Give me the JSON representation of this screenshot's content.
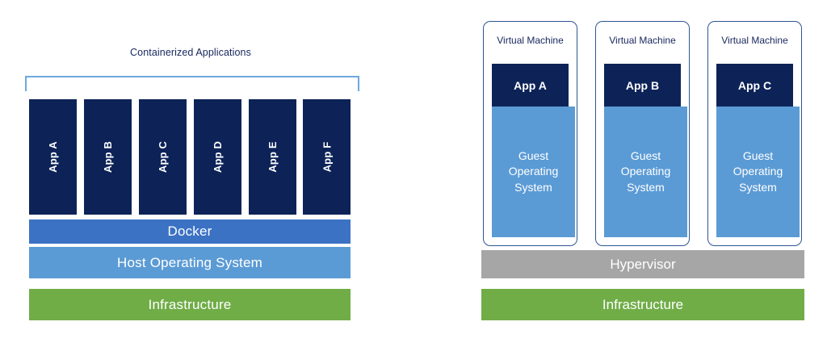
{
  "diagram": {
    "title_left": "Containerized Applications",
    "containers": {
      "caption": "Containerized Applications",
      "apps": [
        {
          "label": "App A"
        },
        {
          "label": "App B"
        },
        {
          "label": "App C"
        },
        {
          "label": "App D"
        },
        {
          "label": "App E"
        },
        {
          "label": "App F"
        }
      ],
      "layers": [
        {
          "label": "Docker",
          "color": "#3b72c4"
        },
        {
          "label": "Host Operating System",
          "color": "#5b9bd5"
        },
        {
          "label": "Infrastructure",
          "color": "#70ad47"
        }
      ]
    },
    "virtual_machines": {
      "boxes": [
        {
          "title": "Virtual Machine",
          "app": "App A",
          "guest_os": "Guest Operating System"
        },
        {
          "title": "Virtual Machine",
          "app": "App B",
          "guest_os": "Guest Operating System"
        },
        {
          "title": "Virtual Machine",
          "app": "App C",
          "guest_os": "Guest Operating System"
        }
      ],
      "layers": [
        {
          "label": "Hypervisor",
          "color": "#a6a6a6"
        },
        {
          "label": "Infrastructure",
          "color": "#70ad47"
        }
      ]
    },
    "colors": {
      "app_navy": "#0d2358",
      "docker_blue": "#3b72c4",
      "host_os_blue": "#5b9bd5",
      "infrastructure_green": "#70ad47",
      "hypervisor_gray": "#a6a6a6",
      "vm_border": "#2f5597",
      "bracket_blue": "#6fa8dc",
      "text_navy": "#16265c",
      "background": "#ffffff"
    }
  }
}
